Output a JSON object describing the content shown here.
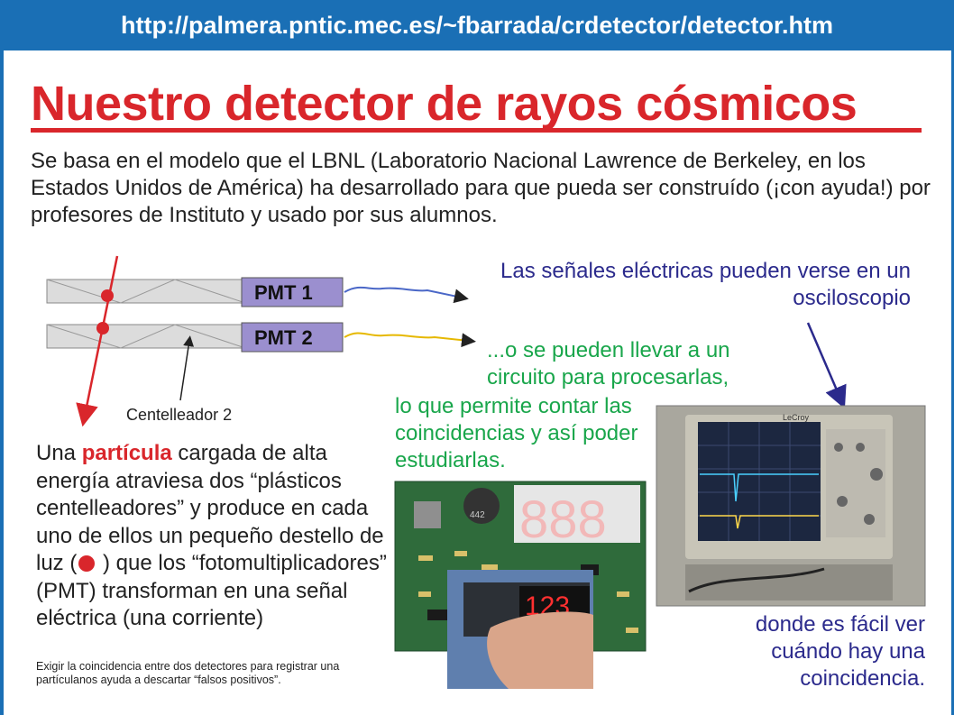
{
  "url": "http://palmera.pntic.mec.es/~fbarrada/crdetector/detector.htm",
  "title": "Nuestro detector de rayos cósmicos",
  "intro": "Se basa en el modelo que el LBNL (Laboratorio Nacional Lawrence de  Berkeley, en los Estados Unidos de América) ha desarrollado para que pueda ser construído (¡con ayuda!) por profesores de Instituto y usado por sus alumnos.",
  "diagram": {
    "pmt1": "PMT 1",
    "pmt2": "PMT 2",
    "scintillator_label": "Centelleador 2",
    "colors": {
      "pmt_fill": "#9b8fcf",
      "scintillator_fill": "#dcdcdc",
      "particle": "#d9262b",
      "signal1": "#4a67c7",
      "signal2": "#e6b800"
    }
  },
  "signals_text": "Las señales eléctricas pueden verse en un osciloscopio",
  "circuit_text": "...o se pueden llevar a un circuito para procesarlas,",
  "count_text": "lo que permite contar las coincidencias y así poder estudiarlas.",
  "particle": {
    "before": "Una ",
    "highlight": "partícula",
    "middle": " cargada de alta energía atraviesa dos “plásticos centelleadores” y produce en cada uno de ellos un pequeño destello de luz (",
    "after": " ) que los “fotomultiplicadores” (PMT) transforman en una señal eléctrica (una corriente)"
  },
  "note": "Exigir  la coincidencia entre dos detectores para registrar una partículanos ayuda a descartar “falsos positivos”.",
  "easy_text": "donde es fácil ver cuándo hay una coincidencia.",
  "photos": {
    "display_digits": "123",
    "scope_brand": "LeCroy",
    "buzzer_label": "442"
  }
}
